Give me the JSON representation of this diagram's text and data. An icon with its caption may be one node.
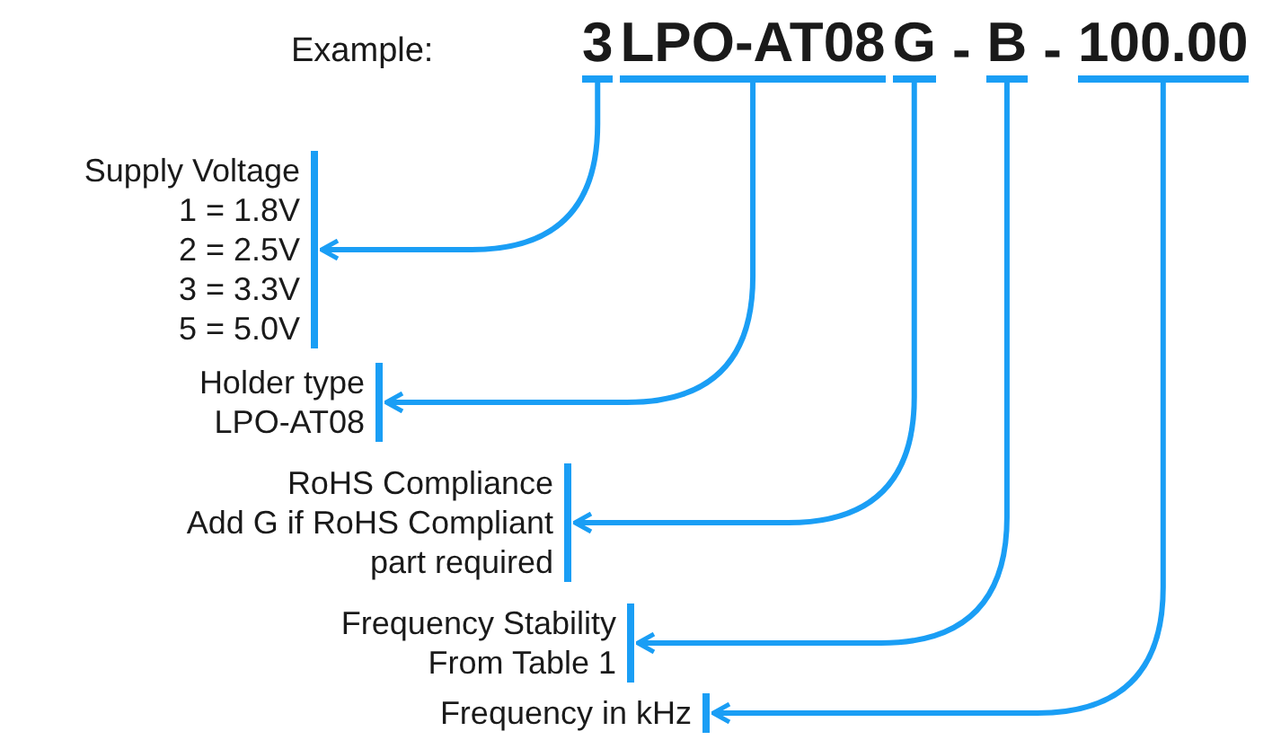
{
  "diagram": {
    "nodes": [
      {
        "text": [
          "3"
        ]
      },
      {
        "text": [
          "LPO-AT08"
        ]
      },
      {
        "text": [
          "G"
        ]
      },
      {
        "text": [
          "B"
        ]
      },
      {
        "text": [
          "100.00"
        ]
      },
      {
        "text": [
          "Supply Voltage",
          "1 = 1.8V",
          "2 = 2.5V",
          "3 = 3.3V",
          "5 = 5.0V"
        ]
      },
      {
        "text": [
          "Holder type",
          "LPO-AT08"
        ]
      },
      {
        "text": [
          "RoHS Compliance",
          "Add G if RoHS Compliant part required"
        ]
      },
      {
        "text": [
          "Frequency Stability",
          "From Table 1"
        ]
      },
      {
        "text": [
          "Frequency in kHz"
        ]
      }
    ],
    "edges": [
      {
        "from": 0,
        "to": 5,
        "arrow": "to"
      },
      {
        "from": 1,
        "to": 6,
        "arrow": "to"
      },
      {
        "from": 2,
        "to": 7,
        "arrow": "to"
      },
      {
        "from": 3,
        "to": 8,
        "arrow": "to"
      },
      {
        "from": 4,
        "to": 9,
        "arrow": "to"
      }
    ],
    "labels": [
      "Example:",
      "-",
      "-"
    ]
  }
}
